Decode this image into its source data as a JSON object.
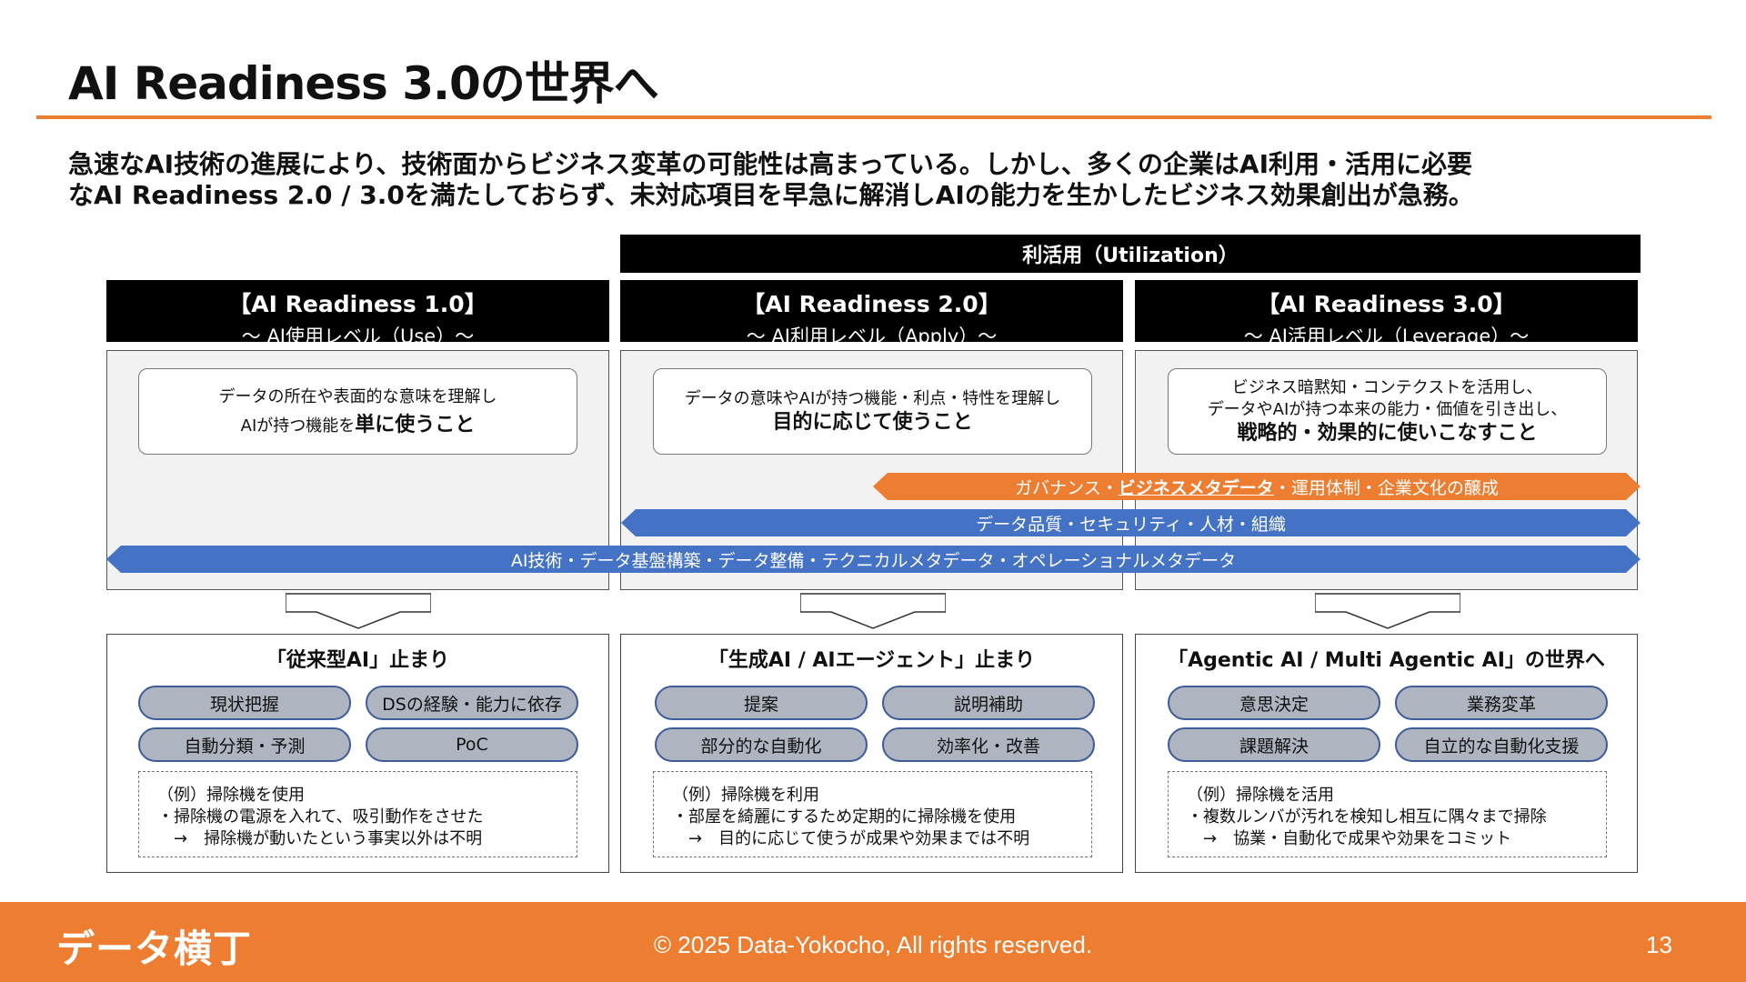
{
  "title": "AI Readiness 3.0の世界へ",
  "lead": {
    "line1": "急速なAI技術の進展により、技術面からビジネス変革の可能性は高まっている。しかし、多くの企業はAI利用・活用に必要",
    "line2": "なAI Readiness 2.0 / 3.0を満たしておらず、未対応項目を早急に解消しAIの能力を生かしたビジネス効果創出が急務。"
  },
  "utilization_label": "利活用（Utilization）",
  "columns": [
    {
      "heading": "【AI Readiness 1.0】",
      "subheading": "～ AI使用レベル（Use）～",
      "definition": {
        "line1": "データの所在や表面的な意味を理解し",
        "line2_normal": "AIが持つ機能を",
        "line2_bold": "単に使うこと"
      },
      "result_title": "「従来型AI」止まり",
      "tags": [
        "現状把握",
        "DSの経験・能力に依存",
        "自動分類・予測",
        "PoC"
      ],
      "example": [
        "（例）掃除機を使用",
        "・掃除機の電源を入れて、吸引動作をさせた",
        "　→　掃除機が動いたという事実以外は不明"
      ]
    },
    {
      "heading": "【AI Readiness 2.0】",
      "subheading": "～ AI利用レベル（Apply）～",
      "definition": {
        "line1": "データの意味やAIが持つ機能・利点・特性を理解し",
        "line2_bold": "目的に応じて使うこと"
      },
      "result_title": "「生成AI / AIエージェント」止まり",
      "tags": [
        "提案",
        "説明補助",
        "部分的な自動化",
        "効率化・改善"
      ],
      "example": [
        "（例）掃除機を利用",
        "・部屋を綺麗にするため定期的に掃除機を使用",
        "　→　目的に応じて使うが成果や効果までは不明"
      ]
    },
    {
      "heading": "【AI Readiness 3.0】",
      "subheading": "～ AI活用レベル（Leverage）～",
      "definition": {
        "line1": "ビジネス暗黙知・コンテクストを活用し、",
        "line2": "データやAIが持つ本来の能力・価値を引き出し、",
        "line3_bold": "戦略的・効果的に使いこなすこと"
      },
      "result_title": "「Agentic AI / Multi Agentic AI」の世界へ",
      "tags": [
        "意思決定",
        "業務変革",
        "課題解決",
        "自立的な自動化支援"
      ],
      "example": [
        "（例）掃除機を活用",
        "・複数ルンバが汚れを検知し相互に隅々まで掃除",
        "　→　協業・自動化で成果や効果をコミット"
      ]
    }
  ],
  "bands": {
    "orange_pre": "ガバナンス・",
    "orange_bold": "ビジネスメタデータ",
    "orange_post": "・運用体制・企業文化の醸成",
    "blue1": "データ品質・セキュリティ・人材・組織",
    "blue2": "AI技術・データ基盤構築・データ整備・テクニカルメタデータ・オペレーショナルメタデータ"
  },
  "colors": {
    "accent": "#ED7D31",
    "band_blue": "#4472C4",
    "pill_fill": "#AEB4C0",
    "pill_border": "#3E5C99"
  },
  "footer": {
    "logo": "データ横丁",
    "copyright": "© 2025 Data-Yokocho, All rights reserved.",
    "page": "13"
  }
}
